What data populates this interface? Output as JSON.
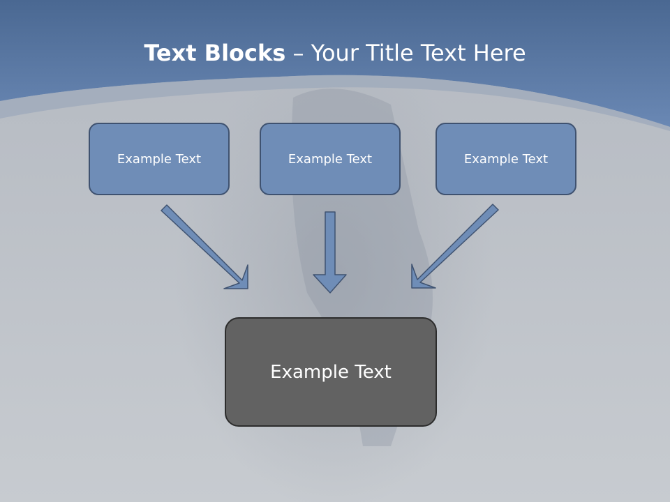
{
  "title": {
    "bold_part": "Text Blocks",
    "separator": " – ",
    "rest": "Your Title Text Here"
  },
  "boxes": [
    {
      "label": "Example Text"
    },
    {
      "label": "Example Text"
    },
    {
      "label": "Example Text"
    }
  ],
  "main_box": {
    "label": "Example Text"
  },
  "colors": {
    "header_blue": "#5a79a5",
    "box_fill": "#6f8db7",
    "box_border": "#3f5270",
    "main_box_fill": "#626262",
    "arrow_fill": "#6f8db7"
  }
}
